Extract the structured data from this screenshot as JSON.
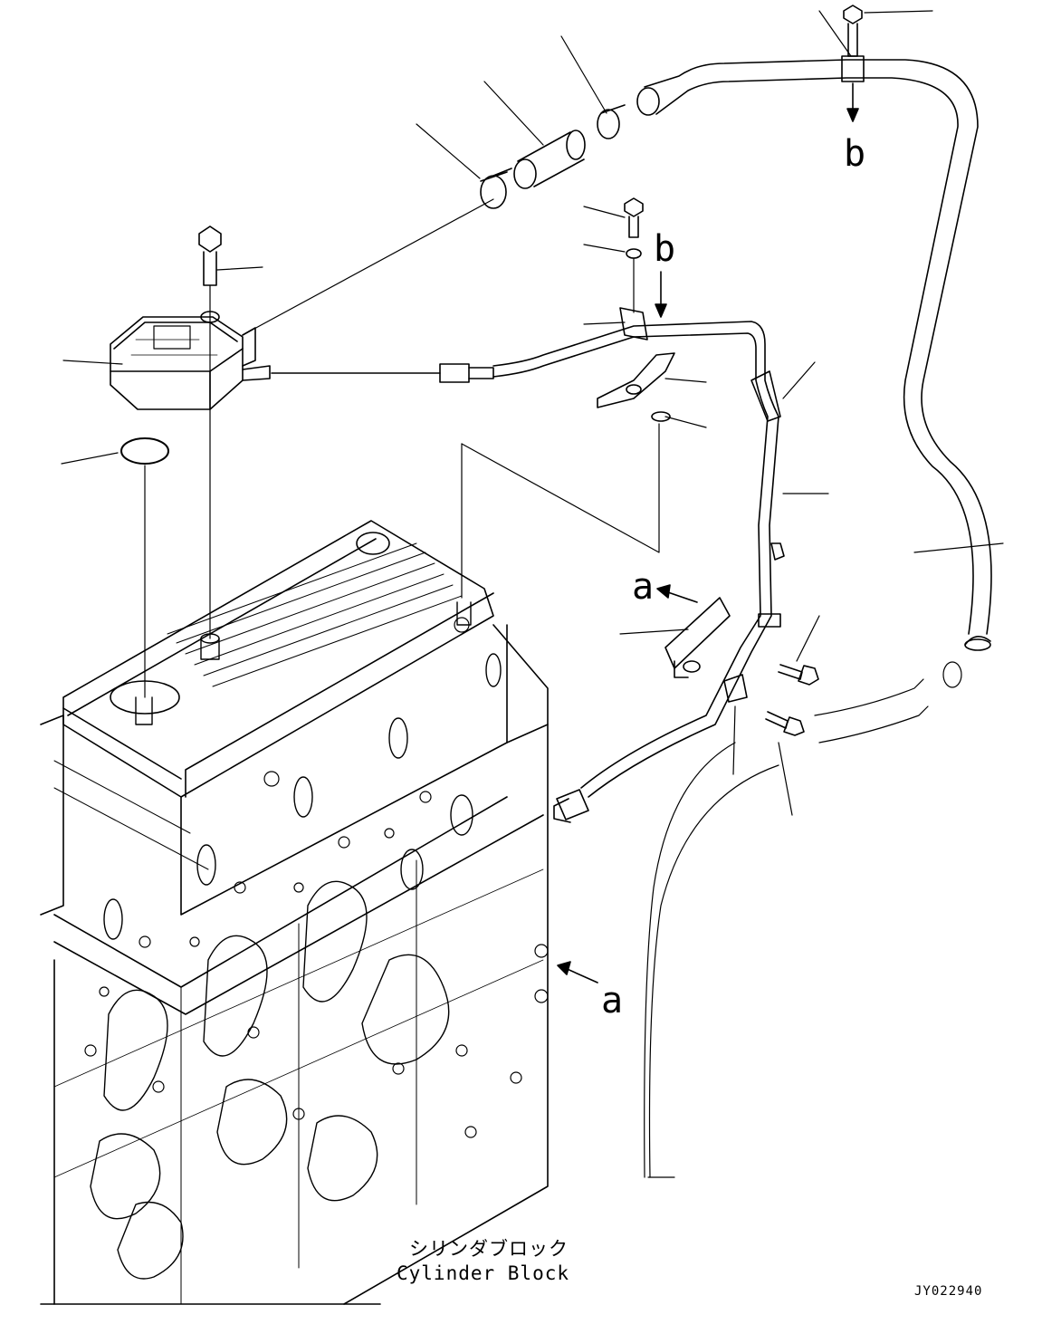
{
  "callouts": {
    "view_a_top": "a",
    "view_a_bottom": "a",
    "view_b_top": "b",
    "view_b_mid": "b"
  },
  "caption": {
    "japanese": "シリンダブロック",
    "english": "Cylinder Block"
  },
  "drawing_code": "JY022940",
  "colors": {
    "ink": "#000000",
    "paper": "#ffffff"
  }
}
